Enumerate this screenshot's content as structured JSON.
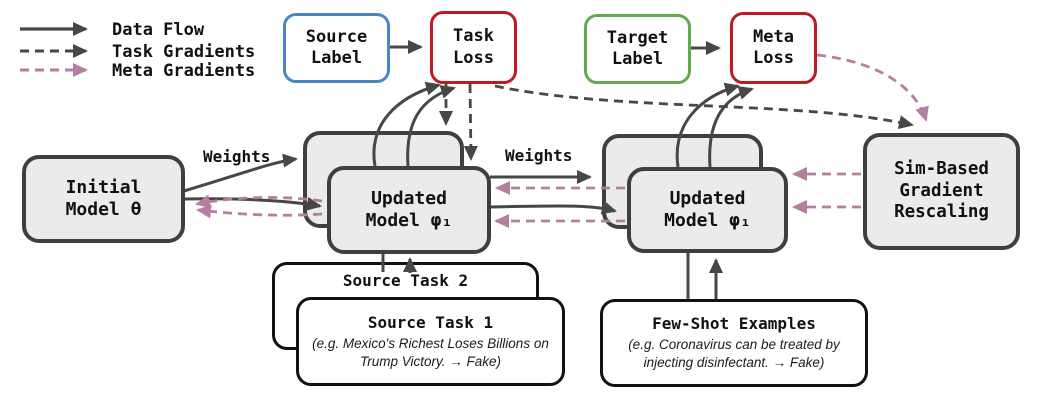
{
  "figure": {
    "type": "diagram",
    "description": "Meta-learning architecture with data flow, task gradients and meta gradients"
  },
  "legend": {
    "items": [
      {
        "label": "Data Flow",
        "style": "solid-dark"
      },
      {
        "label": "Task Gradients",
        "style": "dashed-dark"
      },
      {
        "label": "Meta Gradients",
        "style": "dashed-pink"
      }
    ]
  },
  "nodes": {
    "source_label": "Source\nLabel",
    "task_loss": "Task\nLoss",
    "target_label": "Target\nLabel",
    "meta_loss": "Meta\nLoss",
    "initial_model": "Initial\nModel θ",
    "updated_model_1": "Updated\nModel φ₁",
    "updated_model_2": "Updated\nModel φ₁",
    "sim_based": "Sim-Based\nGradient\nRescaling",
    "source_task_2": "Source Task 2",
    "source_task_1": {
      "title": "Source Task 1",
      "example": "(e.g. Mexico's Richest Loses Billions on Trump Victory. → Fake)"
    },
    "few_shot": {
      "title": "Few-Shot Examples",
      "example": "(e.g. Coronavirus can be treated by injecting disinfectant. → Fake)"
    }
  },
  "edge_labels": {
    "weights_1": "Weights",
    "weights_2": "Weights"
  },
  "edges": [
    {
      "from": "source-label",
      "to": "task-loss",
      "type": "data-flow"
    },
    {
      "from": "updated-model-1",
      "to": "task-loss",
      "type": "data-flow"
    },
    {
      "from": "initial-model",
      "to": "updated-model-1",
      "type": "data-flow",
      "label": "Weights"
    },
    {
      "from": "updated-model-1",
      "to": "updated-model-2",
      "type": "data-flow",
      "label": "Weights"
    },
    {
      "from": "source-task-1",
      "to": "updated-model-1",
      "type": "data-flow"
    },
    {
      "from": "source-task-2",
      "to": "updated-model-1",
      "type": "data-flow"
    },
    {
      "from": "target-label",
      "to": "meta-loss",
      "type": "data-flow"
    },
    {
      "from": "updated-model-2",
      "to": "meta-loss",
      "type": "data-flow"
    },
    {
      "from": "few-shot-examples",
      "to": "updated-model-2",
      "type": "data-flow"
    },
    {
      "from": "task-loss",
      "to": "updated-model-1",
      "type": "task-gradient"
    },
    {
      "from": "task-loss",
      "to": "sim-based-gradient-rescaling",
      "type": "task-gradient"
    },
    {
      "from": "meta-loss",
      "to": "sim-based-gradient-rescaling",
      "type": "meta-gradient"
    },
    {
      "from": "sim-based-gradient-rescaling",
      "to": "updated-model-2",
      "type": "meta-gradient"
    },
    {
      "from": "updated-model-2",
      "to": "updated-model-1",
      "type": "meta-gradient"
    },
    {
      "from": "updated-model-1",
      "to": "initial-model",
      "type": "meta-gradient"
    }
  ],
  "colors": {
    "dark_arrow": "#474747",
    "meta_pink": "#b57fa2",
    "box_border": "#3f3f3f",
    "box_fill": "#ebebeb",
    "blue": "#4a86c6",
    "red": "#bf1a20",
    "green": "#63a94f"
  }
}
